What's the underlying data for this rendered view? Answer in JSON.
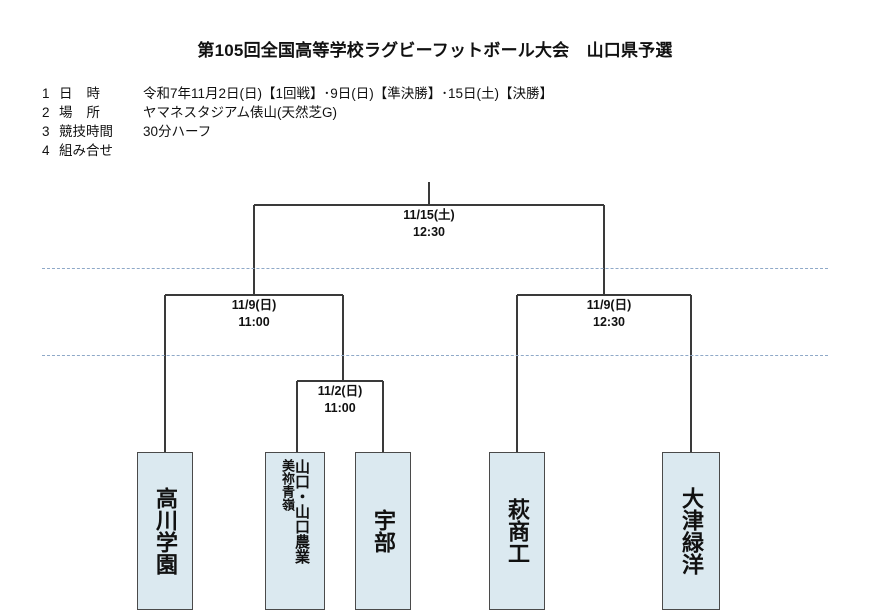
{
  "document": {
    "title": "第105回全国高等学校ラグビーフットボール大会　山口県予選"
  },
  "info": {
    "rows": [
      {
        "num": "1",
        "label_a": "日",
        "label_b": "時",
        "value": "令和7年11月2日(日)【1回戦】･9日(日)【準決勝】･15日(土)【決勝】"
      },
      {
        "num": "2",
        "label_a": "場",
        "label_b": "所",
        "value": "ヤマネスタジアム俵山(天然芝G)"
      },
      {
        "num": "3",
        "label_a": "競技時間",
        "label_b": "",
        "value": "30分ハーフ"
      },
      {
        "num": "4",
        "label_a": "組み合せ",
        "label_b": "",
        "value": ""
      }
    ]
  },
  "bracket": {
    "matches": [
      {
        "id": "final",
        "date": "11/15(土)",
        "time": "12:30"
      },
      {
        "id": "semi-left",
        "date": "11/9(日)",
        "time": "11:00"
      },
      {
        "id": "semi-right",
        "date": "11/9(日)",
        "time": "12:30"
      },
      {
        "id": "round1",
        "date": "11/2(日)",
        "time": "11:00"
      }
    ],
    "teams": [
      {
        "id": "takagawa",
        "main": "高川学園",
        "sub": ""
      },
      {
        "id": "yamaguchi",
        "main": "山口・山口農業",
        "sub": "美祢青嶺"
      },
      {
        "id": "ube",
        "main": "宇部",
        "sub": ""
      },
      {
        "id": "hagi",
        "main": "萩商工",
        "sub": ""
      },
      {
        "id": "ohtsu",
        "main": "大津緑洋",
        "sub": ""
      }
    ]
  },
  "colors": {
    "team_box_fill": "#dbe9f0",
    "team_box_border": "#4a4a4a",
    "bracket_line": "#3a3a3a",
    "separator_dash": "#8fa9c8"
  }
}
